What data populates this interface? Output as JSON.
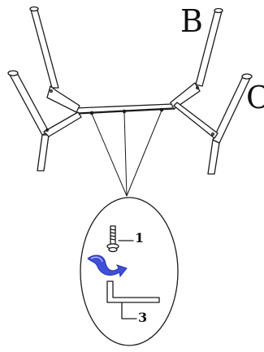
{
  "diagram": {
    "labels": {
      "frame_b": "B",
      "frame_c": "C",
      "part_bolt": "1",
      "part_hex_key": "3"
    },
    "colors": {
      "line": "#1a1a1a",
      "arrow": "#3f4fd8"
    },
    "icons": {
      "bolt": "bolt-with-washer-icon",
      "rotation": "curved-arrow-icon",
      "tool": "allen-key-icon"
    }
  }
}
